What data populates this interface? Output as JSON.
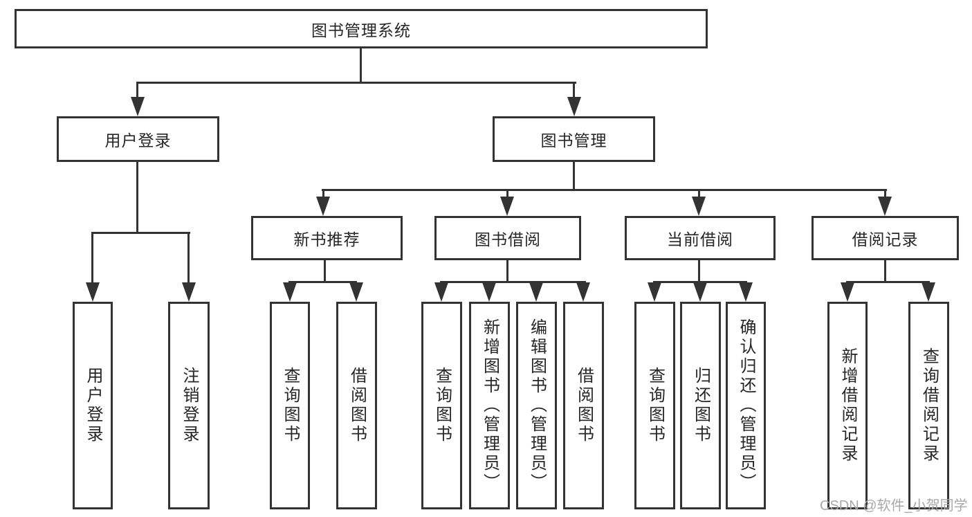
{
  "diagram_title": "图书管理系统",
  "palette": {
    "line": "#333333",
    "text": "#262626",
    "background": "#ffffff",
    "watermark": "#a8a8a8"
  },
  "watermark": {
    "text": "CSDN @软件_小贺同学"
  },
  "nodes": {
    "root": {
      "label": "图书管理系统"
    },
    "user_login": {
      "label": "用户登录"
    },
    "book_mgmt": {
      "label": "图书管理"
    },
    "new_book_rec": {
      "label": "新书推荐"
    },
    "book_borrow": {
      "label": "图书借阅"
    },
    "current_borrow": {
      "label": "当前借阅"
    },
    "borrow_record": {
      "label": "借阅记录"
    },
    "leaf_user_login": {
      "label": "用户登录"
    },
    "leaf_logout": {
      "label": "注销登录"
    },
    "leaf_rec_query": {
      "label": "查询图书"
    },
    "leaf_rec_borrow": {
      "label": "借阅图书"
    },
    "leaf_bb_query": {
      "label": "查询图书"
    },
    "leaf_bb_add": {
      "label": "新增图书（管理员）"
    },
    "leaf_bb_edit": {
      "label": "编辑图书（管理员）"
    },
    "leaf_bb_borrow": {
      "label": "借阅图书"
    },
    "leaf_cb_query": {
      "label": "查询图书"
    },
    "leaf_cb_return": {
      "label": "归还图书"
    },
    "leaf_cb_confirm": {
      "label": "确认归还（管理员）"
    },
    "leaf_br_add": {
      "label": "新增借阅记录"
    },
    "leaf_br_query": {
      "label": "查询借阅记录"
    }
  },
  "hierarchy": {
    "label": "图书管理系统",
    "children": [
      {
        "label": "用户登录",
        "children": [
          "用户登录",
          "注销登录"
        ]
      },
      {
        "label": "图书管理",
        "children": [
          {
            "label": "新书推荐",
            "children": [
              "查询图书",
              "借阅图书"
            ]
          },
          {
            "label": "图书借阅",
            "children": [
              "查询图书",
              "新增图书（管理员）",
              "编辑图书（管理员）",
              "借阅图书"
            ]
          },
          {
            "label": "当前借阅",
            "children": [
              "查询图书",
              "归还图书",
              "确认归还（管理员）"
            ]
          },
          {
            "label": "借阅记录",
            "children": [
              "新增借阅记录",
              "查询借阅记录"
            ]
          }
        ]
      }
    ]
  }
}
